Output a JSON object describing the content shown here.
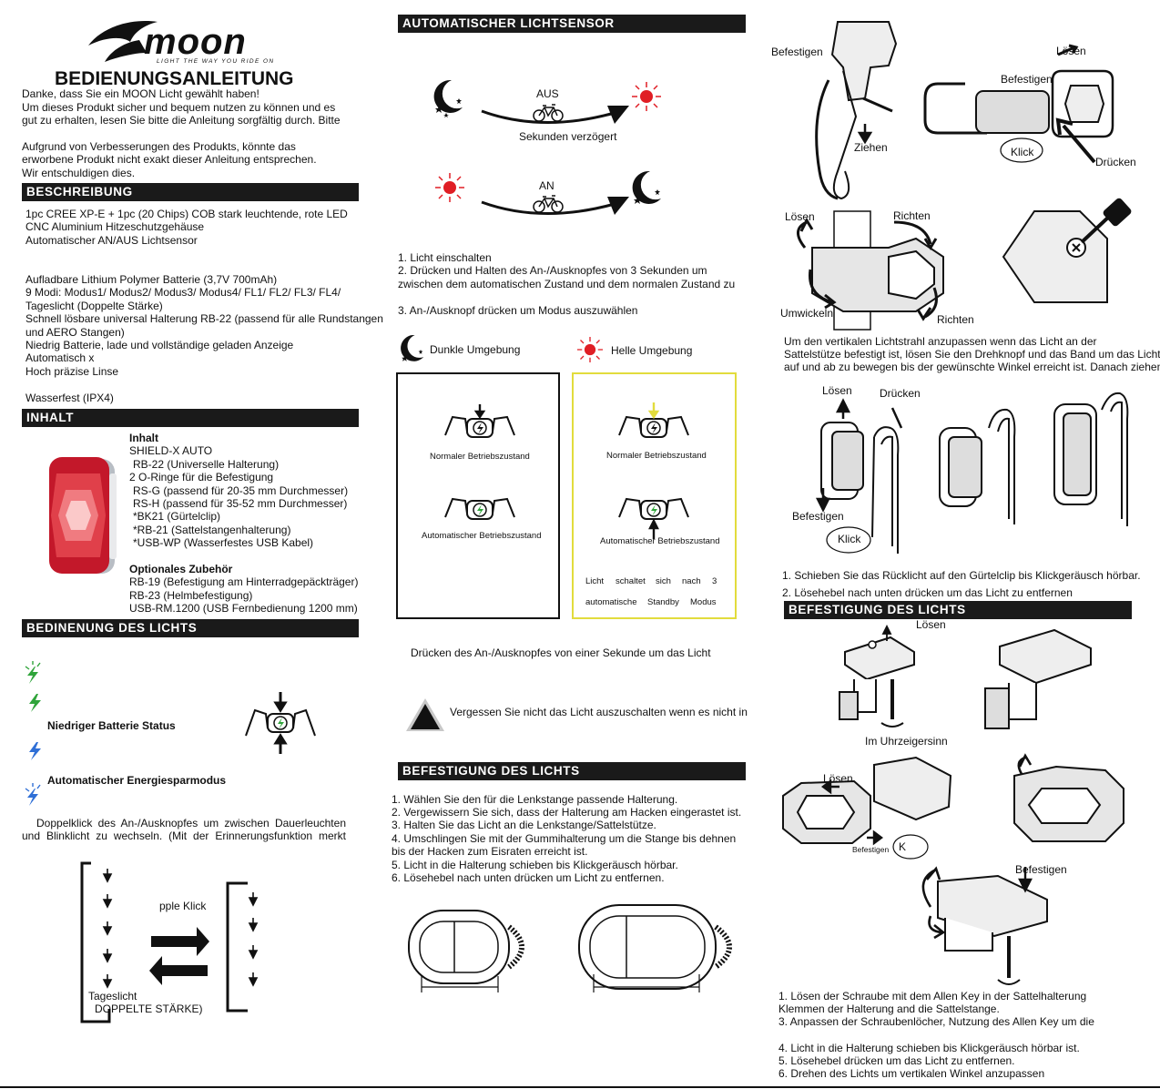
{
  "brand": {
    "logo_text": "moon",
    "slogan": "LIGHT THE WAY YOU RIDE ON"
  },
  "title": "BEDIENUNGSANLEITUNG",
  "intro": [
    "Danke, dass Sie ein MOON Licht gewählt haben!",
    " Um dieses Produkt sicher und bequem nutzen zu können und es",
    "gut zu erhalten, lesen Sie bitte die Anleitung sorgfältig durch. Bitte",
    " Aufgrund von Verbesserungen des Produkts, könnte das",
    "erworbene Produkt nicht exakt dieser Anleitung entsprechen.",
    "Wir entschuldigen dies."
  ],
  "beschreibung": {
    "heading": "BESCHREIBUNG",
    "lines_a": [
      "1pc CREE XP-E + 1pc (20 Chips) COB stark leuchtende, rote LED",
      "CNC Aluminium Hitzeschutzgehäuse",
      "Automatischer AN/AUS Lichtsensor"
    ],
    "lines_b": [
      "Aufladbare Lithium Polymer Batterie (3,7V 700mAh)",
      "9 Modi: Modus1/ Modus2/ Modus3/ Modus4/ FL1/ FL2/ FL3/ FL4/",
      "Tageslicht (Doppelte Stärke)",
      "Schnell lösbare universal Halterung RB-22 (passend für alle Rundstangen",
      "und AERO Stangen)",
      "Niedrig Batterie, lade und vollständige geladen Anzeige",
      "Automatisch x",
      "Hoch präzise Linse"
    ],
    "line_c": "Wasserfest (IPX4)"
  },
  "inhalt": {
    "heading": "INHALT",
    "sub1": "Inhalt",
    "items": [
      " SHIELD-X AUTO",
      "RB-22 (Universelle Halterung)",
      " 2 O-Ringe für die Befestigung",
      "RS-G (passend für 20-35 mm Durchmesser)",
      "RS-H (passend für 35-52 mm Durchmesser)",
      "*BK21 (Gürtelclip)",
      "*RB-21 (Sattelstangenhalterung)",
      "*USB-WP (Wasserfestes USB Kabel)"
    ],
    "sub2": "Optionales Zubehör",
    "optional": [
      "RB-19 (Befestigung am Hinterradgepäckträger)",
      "RB-23 (Helmbefestigung)",
      "USB-RM.1200 (USB Fernbedienung 1200 mm)"
    ]
  },
  "bedienung": {
    "heading": "BEDINENUNG DES LICHTS",
    "low_battery": "Niedriger Batterie Status",
    "energy": "Automatischer Energiesparmodus",
    "dbl1": "Doppelklick des An-/Ausknopfes um zwischen Dauerleuchten",
    "dbl2": "und Blinklicht zu wechseln. (Mit der Erinnerungsfunktion merkt",
    "triple": "pple Klick",
    "tages": "Tageslicht",
    "doppelt": "DOPPELTE STÄRKE)"
  },
  "sensor": {
    "heading": "AUTOMATISCHER LICHTSENSOR",
    "aus": "AUS",
    "delay": "Sekunden verzögert",
    "an": "AN",
    "steps": [
      "1. Licht einschalten",
      "2. Drücken und Halten des An-/Ausknopfes von 3 Sekunden um",
      "zwischen dem automatischen Zustand und dem normalen Zustand zu",
      "3. An-/Ausknopf drücken um Modus auszuwählen"
    ],
    "dark": "Dunkle Umgebung",
    "bright": "Helle Umgebung",
    "normal": "Normaler Betriebszustand",
    "auto": "Automatischer Betriebszustand",
    "standby": [
      "Licht",
      "schaltet",
      "sich",
      "nach",
      "3",
      "automatische",
      "Standby",
      "Modus"
    ],
    "press1": "Drücken des An-/Ausknopfes von einer Sekunde um das Licht",
    "warn": "Vergessen Sie nicht das Licht auszuschalten wenn es nicht in"
  },
  "befestigung1": {
    "heading": "BEFESTIGUNG DES LICHTS",
    "steps": [
      "1. Wählen Sie den für die Lenkstange passende Halterung.",
      "2. Vergewissern Sie sich, dass der Halterung am Hacken eingerastet ist.",
      "3. Halten Sie das Licht an die Lenkstange/Sattelstütze.",
      "4. Umschlingen Sie mit der Gummihalterung um die Stange bis dehnen",
      "    bis der Hacken zum Eisraten erreicht ist.",
      "5. Licht in die Halterung schieben bis Klickgeräusch hörbar.",
      "6. Lösehebel nach unten drücken um Licht zu entfernen."
    ]
  },
  "right": {
    "befestigen": "Befestigen",
    "loesen": "Lösen",
    "ziehen": "Ziehen",
    "klick": "Klick",
    "druecken": "Drücken",
    "richten": "Richten",
    "umwickeln": "Umwickeln",
    "para": [
      "    Um den vertikalen Lichtstrahl anzupassen wenn das Licht an der",
      "Sattelstütze befestigt ist, lösen Sie den Drehknopf und das Band um das Licht",
      "auf und ab zu bewegen bis der gewünschte Winkel erreicht ist. Danach ziehen"
    ],
    "clip_steps": [
      "1. Schieben Sie das Rücklicht auf den Gürtelclip bis Klickgeräusch hörbar.",
      "2. Lösehebel nach unten drücken um das Licht zu entfernen"
    ],
    "heading": "BEFESTIGUNG DES LICHTS",
    "uhrzeiger": "Im Uhrzeigersinn",
    "k": "K",
    "seat_steps": [
      "1. Lösen der Schraube mit dem Allen Key in der Sattelhalterung",
      "    Klemmen der Halterung and die Sattelstange.",
      "3. Anpassen der Schraubenlöcher, Nutzung des Allen Key um die",
      "4. Licht in die Halterung schieben bis Klickgeräusch hörbar ist.",
      "5. Lösehebel drücken um das Licht zu entfernen.",
      "6. Drehen des Lichts um vertikalen Winkel anzupassen"
    ]
  },
  "colors": {
    "bar": "#1a1a1a",
    "red": "#e01e25",
    "green": "#2fa43a",
    "blue": "#2f6fd6",
    "yellow_frame": "#e2dc3d"
  }
}
